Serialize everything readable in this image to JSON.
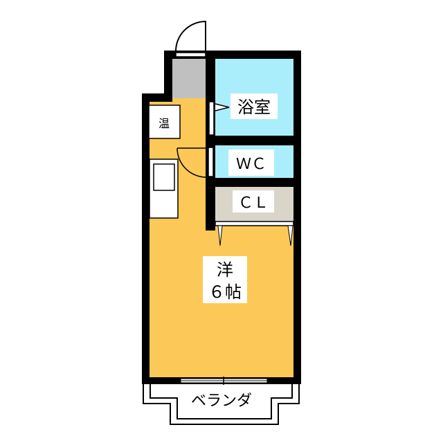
{
  "rooms": {
    "bath": "浴室",
    "wc": "ＷＣ",
    "closet": "ＣＬ",
    "western_room_type": "洋",
    "western_room_size": "６帖",
    "water_heater": "温",
    "balcony": "ベランダ"
  },
  "colors": {
    "room_floor": "#fcc857",
    "bath_wc": "#aaeefb",
    "closet": "#d9d5c9",
    "entrance": "#c0c0c0",
    "wall": "#000000"
  }
}
